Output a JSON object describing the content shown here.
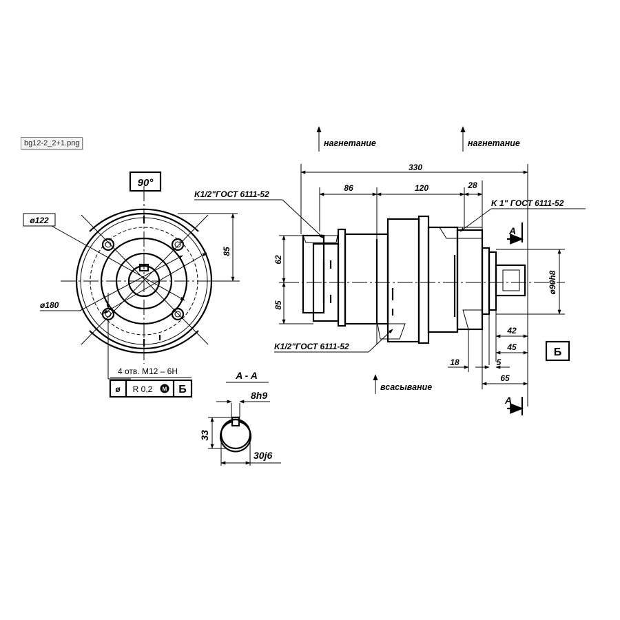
{
  "file_label": "bg12-2_2+1.png",
  "front_view": {
    "angle": "90°",
    "dia_122": "ø122",
    "dia_180": "ø180",
    "height_85": "85",
    "holes_note": "4 отв. M12 – 6H",
    "tolerance_symbol": "ø",
    "tolerance_value": "R 0,2",
    "tolerance_modifier": "M",
    "datum": "Б"
  },
  "side_view": {
    "flow_top_left": "нагнетание",
    "flow_top_right": "нагнетание",
    "flow_bottom": "всасывание",
    "dim_330": "330",
    "dim_86": "86",
    "dim_120": "120",
    "dim_28": "28",
    "dim_62": "62",
    "dim_85": "85",
    "dim_90h8": "ø90h8",
    "dim_42": "42",
    "dim_45": "45",
    "dim_5": "5",
    "dim_18": "18",
    "dim_65": "65",
    "port_top_left": "K1/2\"ГОСТ 6111-52",
    "port_top_right": "K 1\" ГОСТ 6111-52",
    "port_bottom": "K1/2\"ГОСТ 6111-52",
    "section_mark": "A",
    "datum": "Б"
  },
  "section": {
    "title": "A - A",
    "dim_8h9": "8h9",
    "dim_33": "33",
    "dim_30j6": "30j6"
  }
}
